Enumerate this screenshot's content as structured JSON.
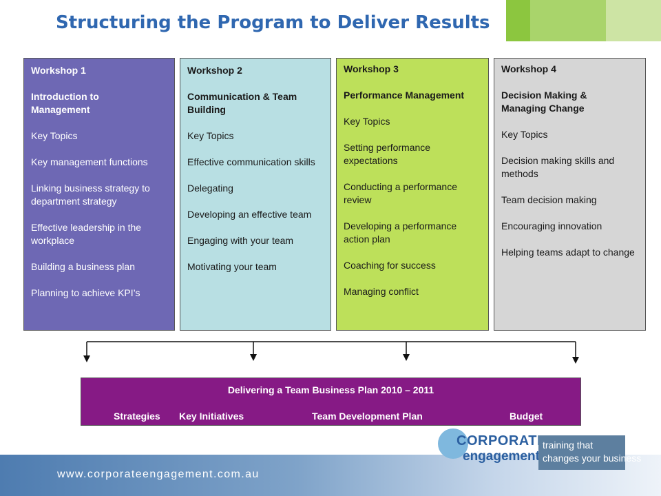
{
  "header": {
    "title": "Structuring the Program to Deliver Results"
  },
  "workshops": [
    {
      "number": "Workshop 1",
      "name": [
        "Introduction to",
        "Management"
      ],
      "topics_heading": "Key Topics",
      "topics": [
        "Key management functions",
        "Linking business strategy to department strategy",
        "Effective leadership in the workplace",
        "Building a business plan",
        "Planning to achieve  KPI’s"
      ]
    },
    {
      "number": "Workshop 2",
      "name": [
        "Communication & Team",
        "Building"
      ],
      "topics_heading": "Key Topics",
      "topics": [
        "Effective communication skills",
        "Delegating",
        "Developing an effective team",
        "Engaging with your team",
        "Motivating your team"
      ]
    },
    {
      "number": "Workshop 3",
      "name": [
        "Performance Management"
      ],
      "topics_heading": "Key Topics",
      "topics": [
        "Setting performance expectations",
        "Conducting a performance review",
        "Developing a performance action plan",
        "Coaching for success",
        "Managing conflict"
      ]
    },
    {
      "number": "Workshop 4",
      "name": [
        "Decision Making &",
        "Managing Change"
      ],
      "topics_heading": "Key Topics",
      "topics": [
        "Decision making skills and methods",
        "Team decision making",
        "Encouraging innovation",
        "Helping teams adapt to change"
      ]
    }
  ],
  "plan": {
    "title": "Delivering a Team Business Plan 2010 – 2011",
    "items": [
      "Strategies",
      "Key Initiatives",
      "Team Development Plan",
      "Budget"
    ]
  },
  "logo": {
    "brand_line1": "CORPORATE",
    "brand_line2": "engagement",
    "tagline_line1": "training that",
    "tagline_line2": "changes your business"
  },
  "footer": {
    "url": "www.corporateengagement.com.au"
  },
  "colors": {
    "header_green": "#8cc63f",
    "title_blue": "#2f67b0",
    "workshop1": "#6e68b4",
    "workshop2": "#b8dfe3",
    "workshop3": "#bde05a",
    "workshop4": "#d6d6d6",
    "plan_purple": "#861a85"
  }
}
